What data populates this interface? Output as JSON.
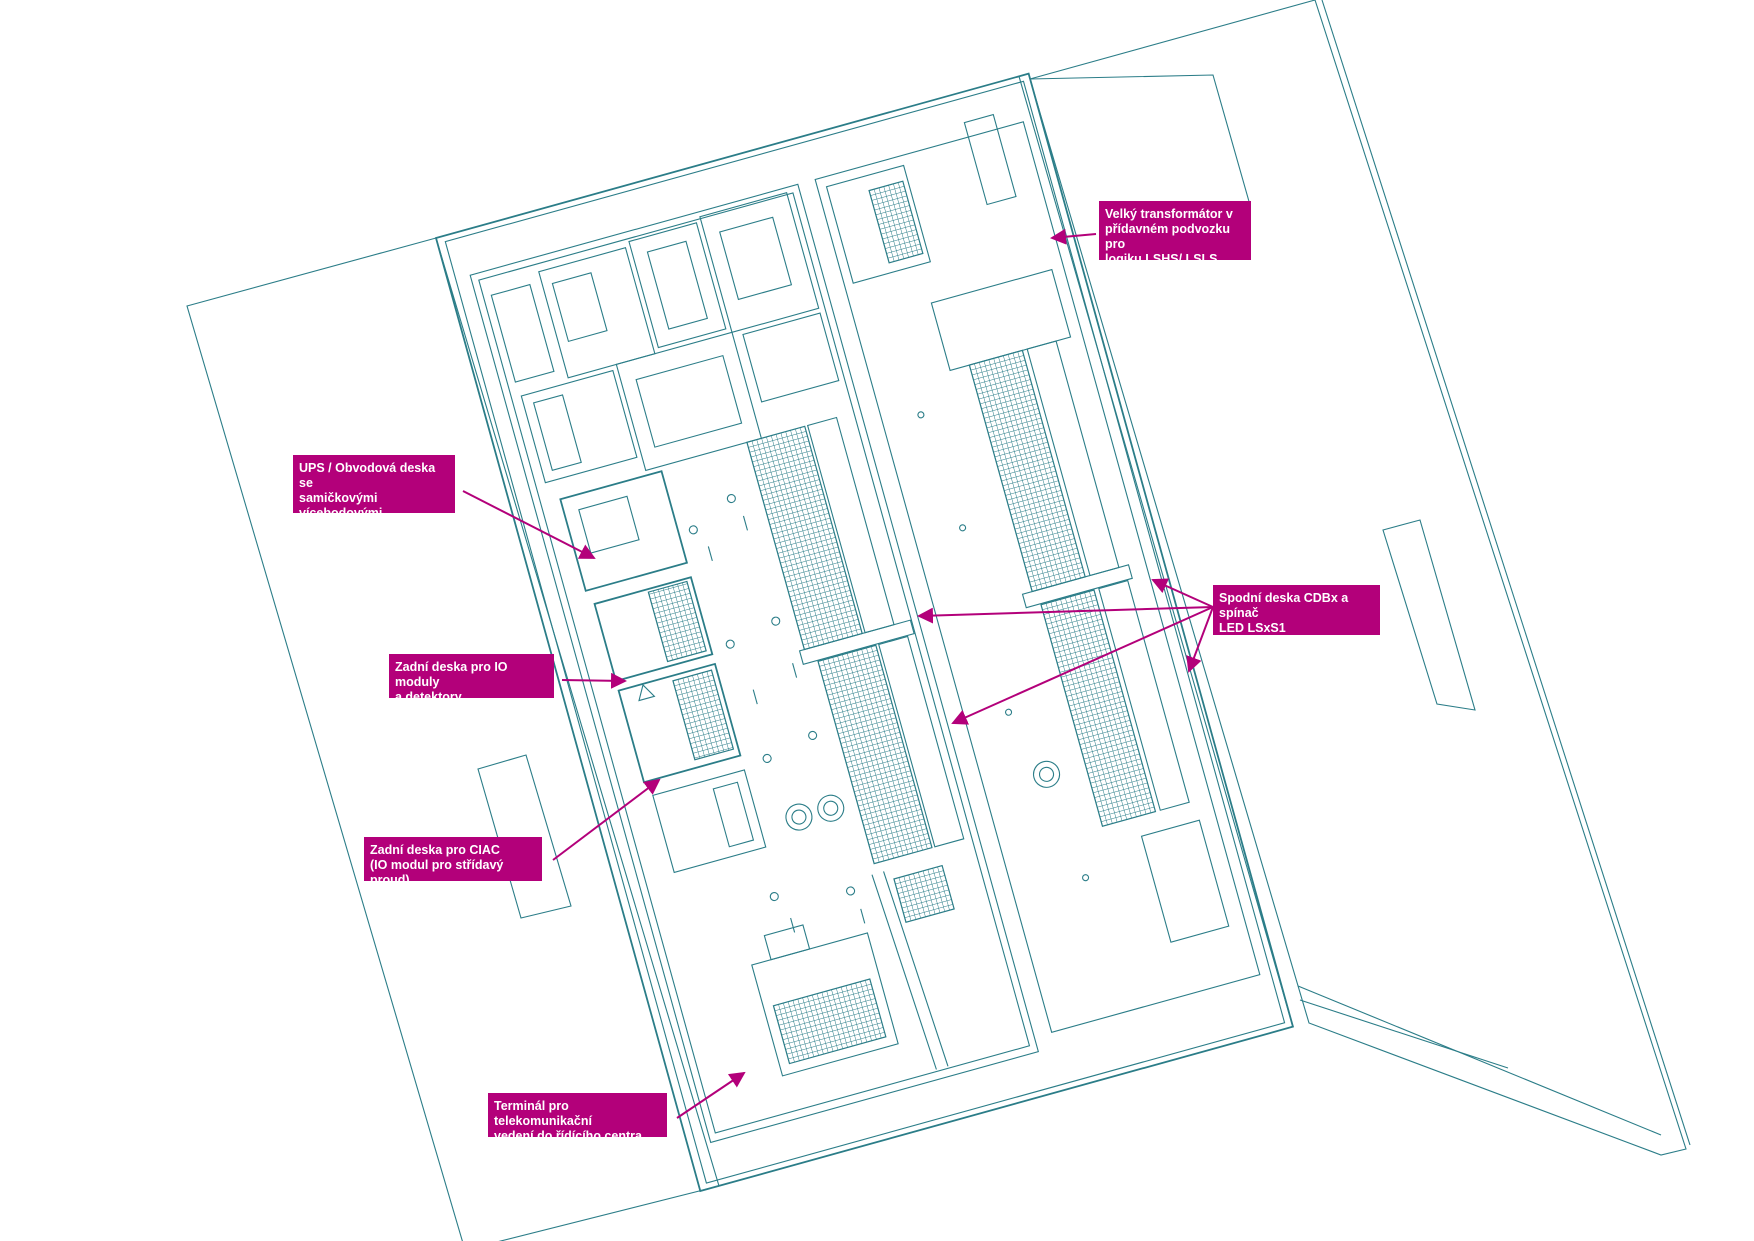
{
  "colors": {
    "callout_bg": "#b3007a",
    "callout_text": "#ffffff",
    "line": "#2b7d88"
  },
  "callouts": {
    "ups": "UPS / Obvodová deska se\nsamičkovými vícebodovými\nkonektory s IO pro CBU",
    "transformer": "Velký transformátor v\npřídavném podvozku pro\nlogiku LSHS/ LSLS",
    "bottom_board": "Spodní deska CDBx a spínač\nLED LSxS1",
    "io_backplane": "Zadní deska pro IO moduly\na detektory",
    "ciac_backplane": "Zadní deska pro CIAC\n(IO modul pro střídavý proud)",
    "telecom_terminal": "Terminál pro telekomunikační\nvedení do řídícího centra"
  }
}
